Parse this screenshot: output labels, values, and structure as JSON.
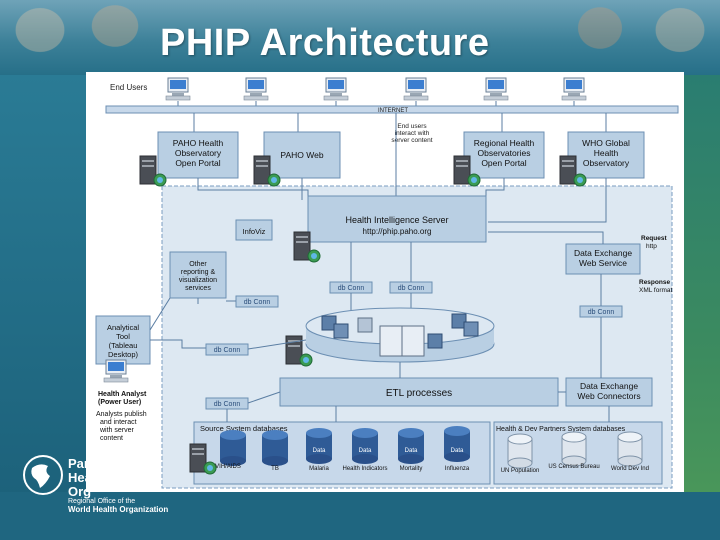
{
  "slide": {
    "title": "PHIP Architecture"
  },
  "diagram": {
    "end_users": "End Users",
    "internet": "INTERNET",
    "end_users_note": [
      "End users",
      "interact with",
      "server content"
    ],
    "paho_observatory": [
      "PAHO Health",
      "Observatory",
      "Open Portal"
    ],
    "paho_web": "PAHO Web",
    "regional_observatories": [
      "Regional Health",
      "Observatories",
      "Open Portal"
    ],
    "who_global": [
      "WHO Global",
      "Health",
      "Observatory"
    ],
    "infoviz": "InfoViz",
    "his_title": "Health Intelligence Server",
    "his_url": "http://phip.paho.org",
    "other_reporting": [
      "Other",
      "reporting &",
      "visualization",
      "services"
    ],
    "db_conn": "db Conn",
    "data_exchange_ws": [
      "Data Exchange",
      "Web Service"
    ],
    "request": [
      "Request",
      "http"
    ],
    "response": [
      "Response",
      "XML format"
    ],
    "analytical_tool": [
      "Analytical",
      "Tool",
      "(Tableau",
      "Desktop)"
    ],
    "health_analyst": [
      "Health Analyst",
      "(Power User)"
    ],
    "analyst_note": [
      "Analysts publish",
      "and interact",
      "with server",
      "content"
    ],
    "etl": "ETL processes",
    "data_exchange_wc": [
      "Data Exchange",
      "Web Connectors"
    ],
    "source_dbs": "Source System databases",
    "partner_dbs": "Health & Dev Partners System databases",
    "cyl_label": "Data",
    "cyl_extra": "Data",
    "source_items": [
      "VIH/AIDS",
      "TB",
      "Malaria",
      "Health Indicators",
      "Mortality",
      "Influenza"
    ],
    "partner_items": [
      "UN Population",
      "US Census Bureau",
      "World Dev Ind"
    ]
  },
  "logo": {
    "line1": "Pan",
    "line2": "Hea",
    "line3": "Org",
    "sub1": "Regional Office of the",
    "sub2": "World Health Organization"
  },
  "colors": {
    "box_fill": "#b9cfe3",
    "box_stroke": "#6c8fb3",
    "zone_fill": "#dde8f2",
    "line": "#5b7ea3",
    "cylinder": "#2f5b96",
    "band": "#2b7891"
  }
}
